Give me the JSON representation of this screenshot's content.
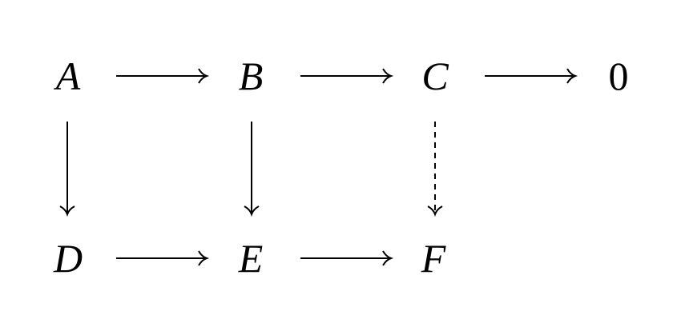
{
  "diagram": {
    "nodes": {
      "A": "A",
      "B": "B",
      "C": "C",
      "zero": "0",
      "D": "D",
      "E": "E",
      "F": "F"
    },
    "edges": [
      {
        "from": "A",
        "to": "B",
        "style": "solid"
      },
      {
        "from": "B",
        "to": "C",
        "style": "solid"
      },
      {
        "from": "C",
        "to": "0",
        "style": "solid"
      },
      {
        "from": "A",
        "to": "D",
        "style": "solid"
      },
      {
        "from": "B",
        "to": "E",
        "style": "solid"
      },
      {
        "from": "C",
        "to": "F",
        "style": "dashed"
      },
      {
        "from": "D",
        "to": "E",
        "style": "solid"
      },
      {
        "from": "E",
        "to": "F",
        "style": "solid"
      }
    ]
  }
}
